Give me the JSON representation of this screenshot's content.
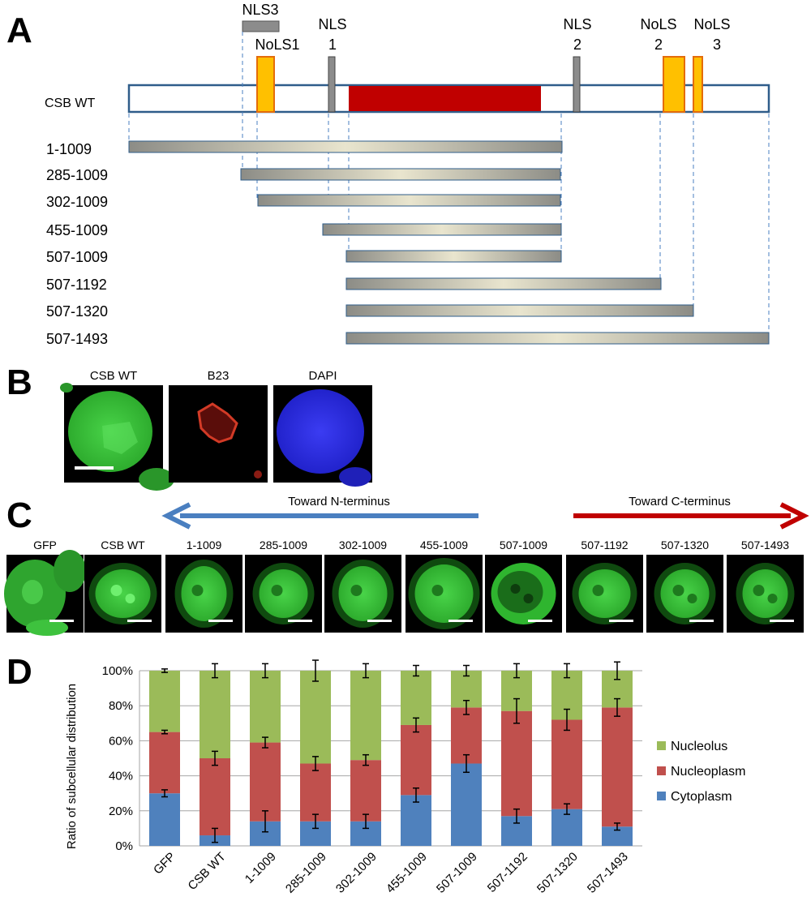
{
  "panel_labels": {
    "a": "A",
    "b": "B",
    "c": "C",
    "d": "D"
  },
  "panel_a": {
    "protein_label": "CSB WT",
    "signals": {
      "nls3": "NLS3",
      "nols1": "NoLS1",
      "nls1_top": "NLS",
      "nls1_num": "1",
      "nls2_top": "NLS",
      "nls2_num": "2",
      "nols2_top": "NoLS",
      "nols2_num": "2",
      "nols3_top": "NoLS",
      "nols3_num": "3"
    },
    "constructs": [
      "1-1009",
      "285-1009",
      "302-1009",
      "455-1009",
      "507-1009",
      "507-1192",
      "507-1320",
      "507-1493"
    ]
  },
  "panel_b": {
    "headers": [
      "CSB WT",
      "B23",
      "DAPI"
    ],
    "colors": {
      "gfp": "#2fb52f",
      "b23": "#c0281e",
      "dapi": "#2d2ee8"
    }
  },
  "panel_c": {
    "arrow_left_label": "Toward N-terminus",
    "arrow_right_label": "Toward C-terminus",
    "arrow_left_color": "#4a7fc0",
    "arrow_right_color": "#c00000",
    "image_labels": [
      "GFP",
      "CSB WT",
      "1-1009",
      "285-1009",
      "302-1009",
      "455-1009",
      "507-1009",
      "507-1192",
      "507-1320",
      "507-1493"
    ]
  },
  "chart_data": {
    "type": "bar",
    "stacked": true,
    "categories": [
      "GFP",
      "CSB WT",
      "1-1009",
      "285-1009",
      "302-1009",
      "455-1009",
      "507-1009",
      "507-1192",
      "507-1320",
      "507-1493"
    ],
    "series": [
      {
        "name": "Cytoplasm",
        "color": "#4f81bd",
        "values": [
          30,
          6,
          14,
          14,
          14,
          29,
          47,
          17,
          21,
          11
        ]
      },
      {
        "name": "Nucleoplasm",
        "color": "#c0504d",
        "values": [
          35,
          44,
          45,
          33,
          35,
          40,
          32,
          60,
          51,
          68
        ]
      },
      {
        "name": "Nucleolus",
        "color": "#9bbb59",
        "values": [
          35,
          50,
          41,
          53,
          51,
          31,
          21,
          23,
          28,
          21
        ]
      }
    ],
    "boundary_errors": [
      [
        2,
        1,
        1
      ],
      [
        4,
        4,
        4
      ],
      [
        6,
        3,
        4
      ],
      [
        4,
        4,
        6
      ],
      [
        4,
        3,
        4
      ],
      [
        4,
        4,
        3
      ],
      [
        5,
        4,
        3
      ],
      [
        4,
        7,
        4
      ],
      [
        3,
        6,
        4
      ],
      [
        2,
        5,
        5
      ]
    ],
    "ylabel": "Ratio of subcellular distribution",
    "ylim": [
      0,
      100
    ],
    "yticks": [
      "0%",
      "20%",
      "40%",
      "60%",
      "80%",
      "100%"
    ],
    "legend": [
      "Nucleolus",
      "Nucleoplasm",
      "Cytoplasm"
    ],
    "legend_position": "right",
    "grid": true
  }
}
